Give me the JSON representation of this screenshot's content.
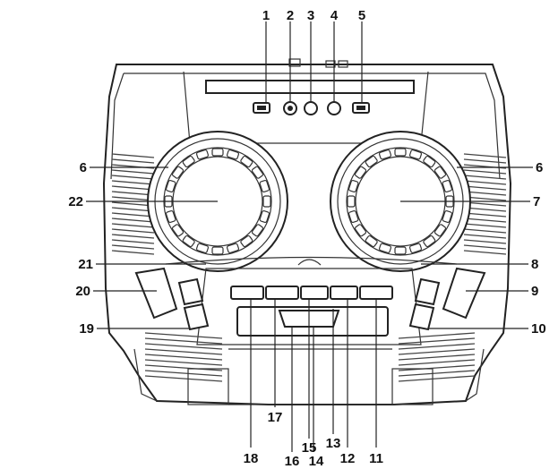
{
  "callouts": [
    {
      "id": "c1",
      "label": "1"
    },
    {
      "id": "c2",
      "label": "2"
    },
    {
      "id": "c3",
      "label": "3"
    },
    {
      "id": "c4",
      "label": "4"
    },
    {
      "id": "c5",
      "label": "5"
    },
    {
      "id": "c6l",
      "label": "6"
    },
    {
      "id": "c6r",
      "label": "6"
    },
    {
      "id": "c7",
      "label": "7"
    },
    {
      "id": "c8",
      "label": "8"
    },
    {
      "id": "c9",
      "label": "9"
    },
    {
      "id": "c10",
      "label": "10"
    },
    {
      "id": "c11",
      "label": "11"
    },
    {
      "id": "c12",
      "label": "12"
    },
    {
      "id": "c13",
      "label": "13"
    },
    {
      "id": "c14",
      "label": "14"
    },
    {
      "id": "c15",
      "label": "15"
    },
    {
      "id": "c16",
      "label": "16"
    },
    {
      "id": "c17",
      "label": "17"
    },
    {
      "id": "c18",
      "label": "18"
    },
    {
      "id": "c19",
      "label": "19"
    },
    {
      "id": "c20",
      "label": "20"
    },
    {
      "id": "c21",
      "label": "21"
    },
    {
      "id": "c22",
      "label": "22"
    }
  ]
}
